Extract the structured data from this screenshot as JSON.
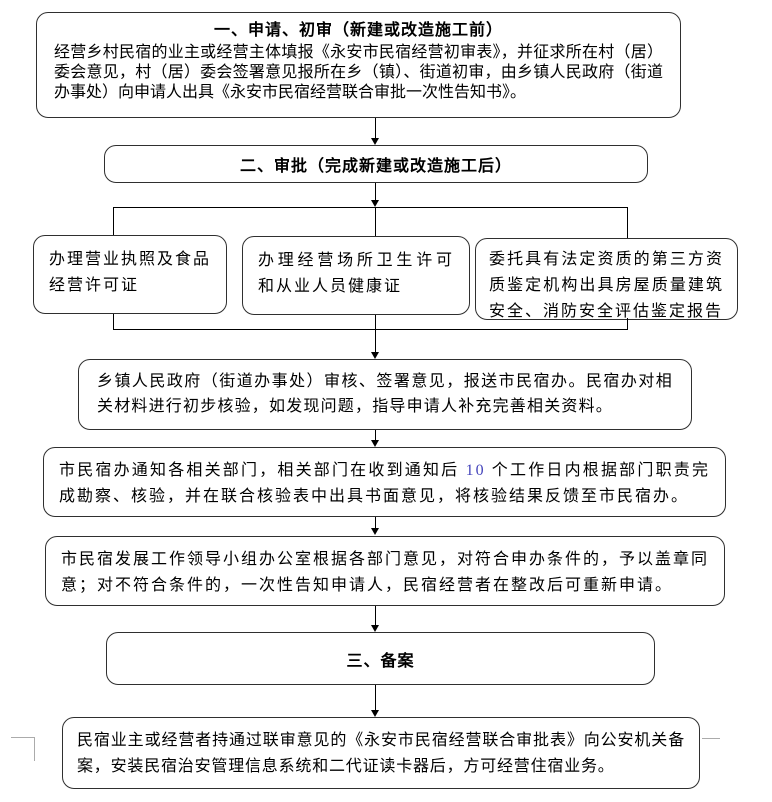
{
  "colors": {
    "border": "#2f2f2f",
    "line": "#000000",
    "highlight": "#4444bb",
    "artifact": "#ababab",
    "bg": "#ffffff"
  },
  "flowchart": {
    "stage1": {
      "title": "一、申请、初审（新建或改造施工前）",
      "body": "经营乡村民宿的业主或经营主体填报《永安市民宿经营初审表》，并征求所在村（居）委会意见，村（居）委会签署意见报所在乡（镇）、街道初审，由乡镇人民政府（街道办事处）向申请人出具《永安市民宿经营联合审批一次性告知书》。"
    },
    "stage2": {
      "title": "二、审批（完成新建或改造施工后）"
    },
    "branch_left": {
      "text": "办理营业执照及食品经营许可证"
    },
    "branch_middle": {
      "text": "办理经营场所卫生许可和从业人员健康证"
    },
    "branch_right": {
      "text": "委托具有法定资质的第三方资质鉴定机构出具房屋质量建筑安全、消防安全评估鉴定报告"
    },
    "initial_check": {
      "text": "乡镇人民政府（街道办事处）审核、签署意见，报送市民宿办。民宿办对相关材料进行初步核验，如发现问题，指导申请人补充完善相关资料。"
    },
    "joint_verify": {
      "text_before": "市民宿办通知各相关部门，相关部门在收到通知后 ",
      "highlight_number": "10",
      "text_after": " 个工作日内根据部门职责完成勘察、核验，并在联合核验表中出具书面意见，将核验结果反馈至市民宿办。"
    },
    "leading_group": {
      "text": "市民宿发展工作领导小组办公室根据各部门意见，对符合申办条件的，予以盖章同意；对不符合条件的，一次性告知申请人，民宿经营者在整改后可重新申请。"
    },
    "stage3": {
      "title": "三、备案"
    },
    "record": {
      "text": "民宿业主或经营者持通过联审意见的《永安市民宿经营联合审批表》向公安机关备案，安装民宿治安管理信息系统和二代证读卡器后，方可经营住宿业务。"
    }
  }
}
